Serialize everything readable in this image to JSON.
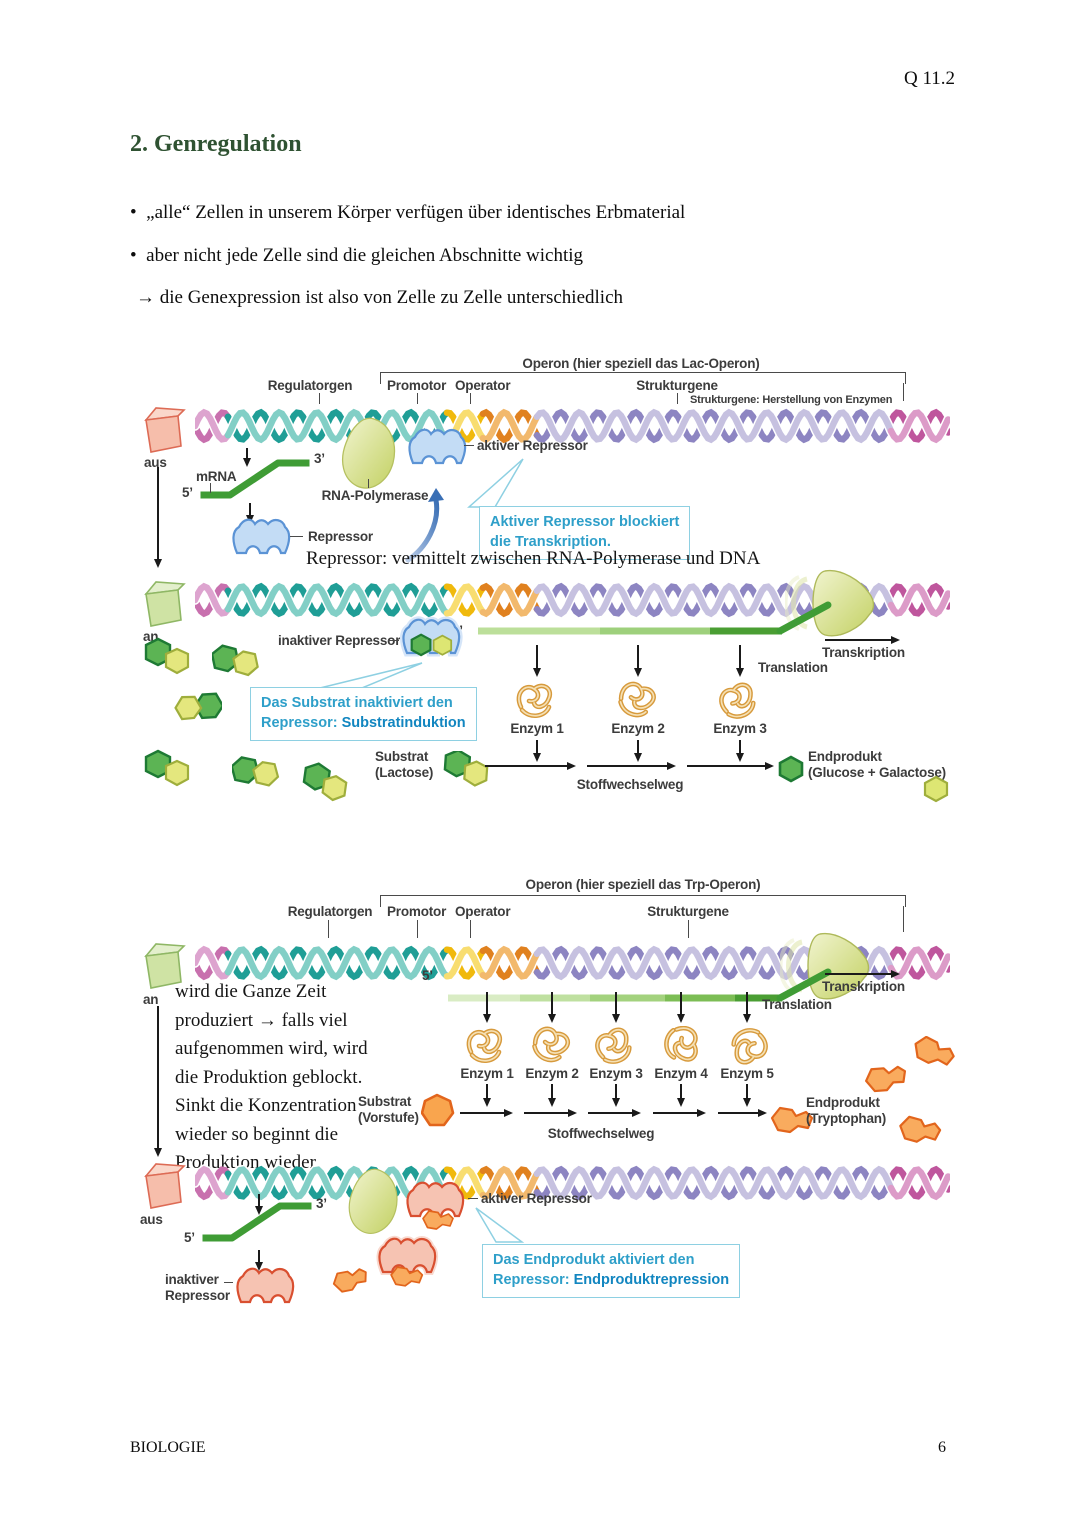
{
  "page": {
    "corner_tag": "Q 11.2",
    "footer_left": "BIOLOGIE",
    "page_number": "6"
  },
  "intro": {
    "heading": "2. Genregulation",
    "bullet_marker": "•",
    "bullets": [
      "„alle“ Zellen in unserem Körper verfügen über identisches Erbmaterial",
      "aber nicht jede Zelle sind die gleichen Abschnitte wichtig"
    ],
    "arrow_note": "→ die Genexpression ist also von Zelle zu Zelle unterschiedlich"
  },
  "fig_lac": {
    "operon_title": "Operon (hier speziell das Lac-Operon)",
    "labels": {
      "regulatorgen": "Regulatorgen",
      "promotor": "Promotor",
      "operator": "Operator",
      "strukturgene": "Strukturgene",
      "strukturgene_note": "Strukturgene: Herstellung von Enzymen"
    },
    "state_off": "aus",
    "state_on": "an",
    "mrna": "mRNA",
    "five_prime": "5’",
    "three_prime": "3’",
    "rna_polymerase": "RNA-Polymerase",
    "repressor": "Repressor",
    "active_repressor": "aktiver Repressor",
    "inactive_repressor": "inaktiver Repressor",
    "callout_block_l1": "Aktiver Repressor blockiert",
    "callout_block_l2": "die Transkription.",
    "note": "Repressor: vermittelt zwischen RNA-Polymerase und DNA",
    "transcription": "Transkription",
    "translation": "Translation",
    "callout_induction": {
      "line1": "Das Substrat inaktiviert den",
      "prefix": "Repressor: ",
      "keyword": "Substratinduktion"
    },
    "enzymes": [
      "Enzym 1",
      "Enzym 2",
      "Enzym 3"
    ],
    "substrate": "Substrat",
    "substrate_sub": "(Lactose)",
    "pathway": "Stoffwechselweg",
    "end_product": "Endprodukt",
    "end_product_sub": "(Glucose + Galactose)"
  },
  "fig_trp": {
    "operon_title": "Operon (hier speziell das Trp-Operon)",
    "labels": {
      "regulatorgen": "Regulatorgen",
      "promotor": "Promotor",
      "operator": "Operator",
      "strukturgene": "Strukturgene"
    },
    "state_on": "an",
    "state_off": "aus",
    "five_prime": "5’",
    "three_prime": "3’",
    "side_note": [
      "wird die Ganze Zeit",
      "produziert → falls viel",
      "aufgenommen wird, wird",
      "die Produktion geblockt.",
      "Sinkt die Konzentration",
      "wieder so beginnt die",
      "Produktion wieder"
    ],
    "transcription": "Transkription",
    "translation": "Translation",
    "enzymes": [
      "Enzym 1",
      "Enzym 2",
      "Enzym 3",
      "Enzym 4",
      "Enzym 5"
    ],
    "substrate": "Substrat",
    "substrate_sub": "(Vorstufe)",
    "pathway": "Stoffwechselweg",
    "end_product": "Endprodukt",
    "end_product_sub": "(Tryptophan)",
    "active_repressor": "aktiver Repressor",
    "inactive_repressor_l1": "inaktiver",
    "inactive_repressor_l2": "Repressor",
    "callout_repression": {
      "line1": "Das Endprodukt aktiviert den",
      "prefix": "Repressor: ",
      "keyword": "Endproduktrepression"
    }
  },
  "colors": {
    "heading_green": "#2f5232",
    "callout_blue": "#2e9fc9",
    "callout_border": "#8ed0e2",
    "dna_teal": "#1f9e96",
    "dna_yellow": "#f0b90c",
    "dna_orange": "#e0811f",
    "dna_purple": "#8d85c2",
    "dna_pink": "#bf569d",
    "mrna_green": "#4a9e33",
    "repressor_blue": "#b9d7f2",
    "repressor_pink": "#f6c3b2",
    "polymerase_green": "#d9e28c",
    "lactose_green": "#5cb454",
    "lactose_yellow": "#e4e77e",
    "tryptophan_orange": "#f9ab5e",
    "enzyme_tan": "#d79a3c"
  }
}
